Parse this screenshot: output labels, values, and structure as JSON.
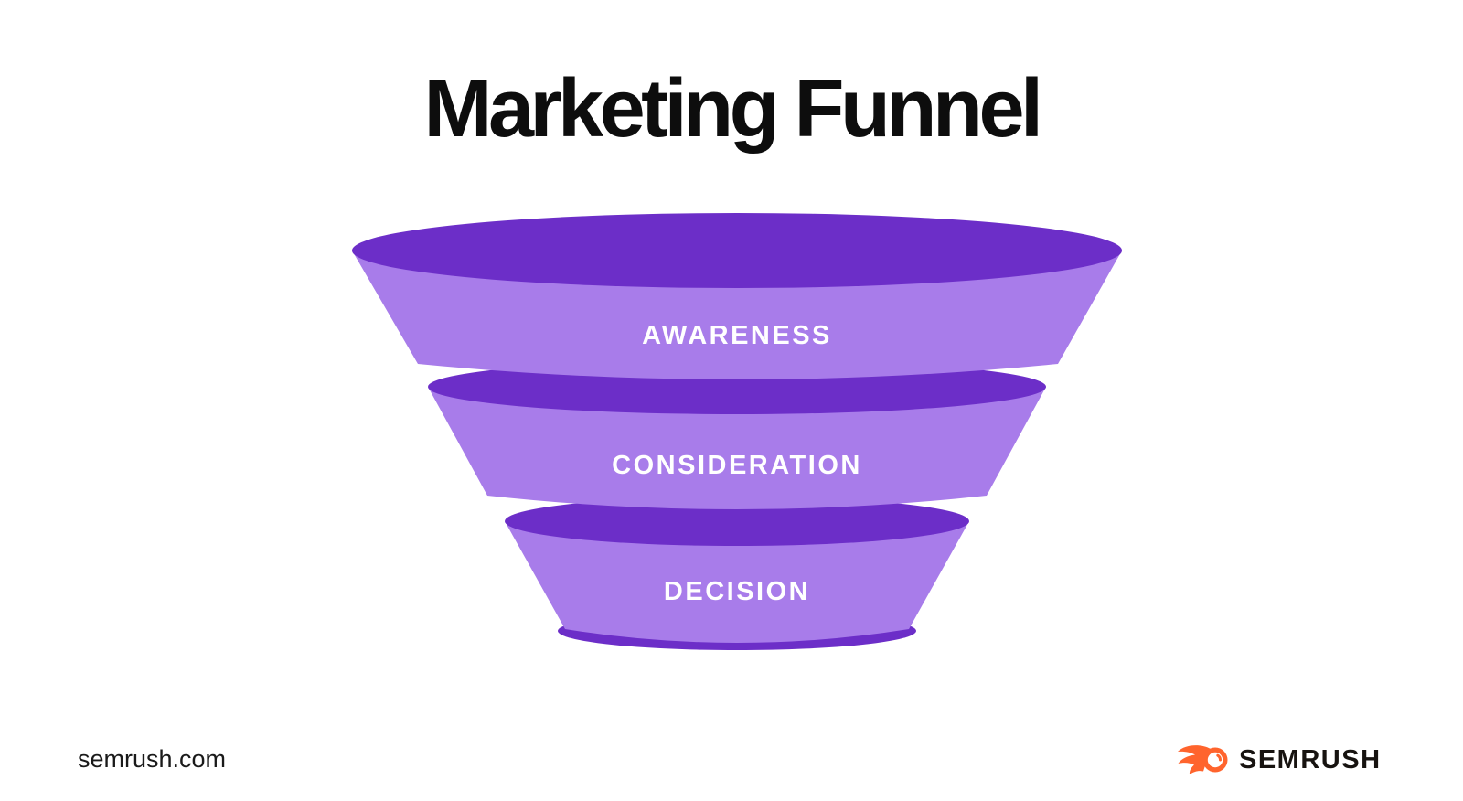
{
  "title": "Marketing Funnel",
  "funnel": {
    "type": "funnel",
    "stages": [
      {
        "label": "AWARENESS"
      },
      {
        "label": "CONSIDERATION"
      },
      {
        "label": "DECISION"
      }
    ],
    "colors": {
      "top_dark": "#6C2EC8",
      "body_light": "#A87CEA",
      "label_text": "#FFFFFF"
    }
  },
  "footer": {
    "website": "semrush.com",
    "brand": "SEMRUSH",
    "brand_color": "#FF642D"
  }
}
